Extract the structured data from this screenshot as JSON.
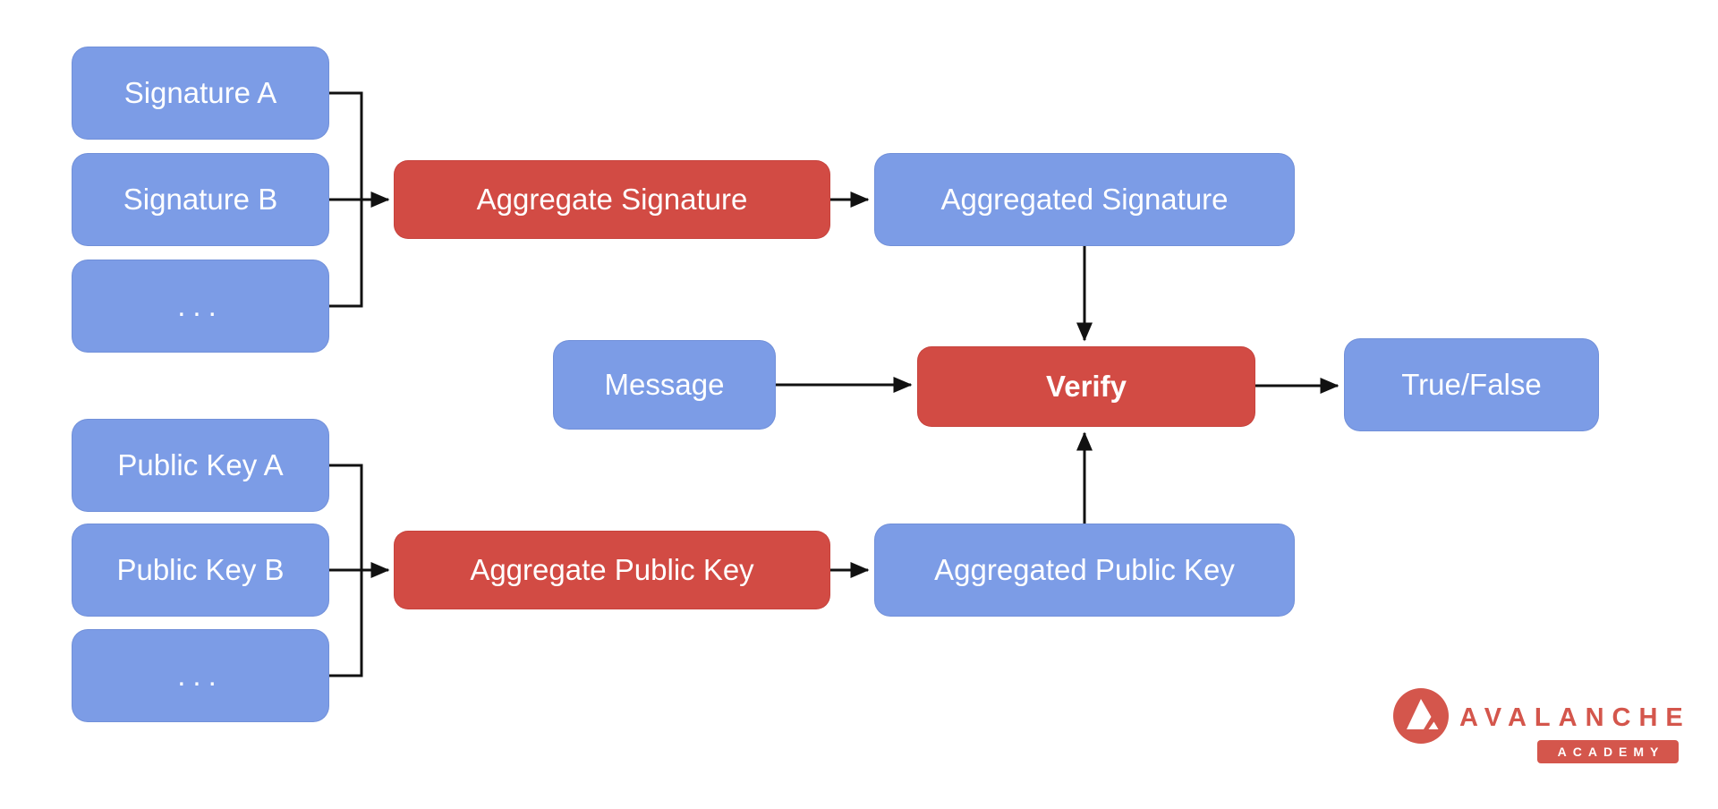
{
  "diagram": {
    "type": "flowchart",
    "background_color": "#ffffff",
    "colors": {
      "input_box": "#7c9ce6",
      "process_box": "#d24b44",
      "box_text": "#ffffff",
      "connector": "#111111"
    },
    "signature_inputs": [
      {
        "label": "Signature A"
      },
      {
        "label": "Signature B"
      },
      {
        "label": "..."
      }
    ],
    "public_key_inputs": [
      {
        "label": "Public Key A"
      },
      {
        "label": "Public Key B"
      },
      {
        "label": "..."
      }
    ],
    "nodes": {
      "aggregate_signature": {
        "label": "Aggregate Signature"
      },
      "aggregated_signature": {
        "label": "Aggregated Signature"
      },
      "aggregate_public_key": {
        "label": "Aggregate Public Key"
      },
      "aggregated_public_key": {
        "label": "Aggregated Public Key"
      },
      "message": {
        "label": "Message"
      },
      "verify": {
        "label": "Verify"
      },
      "result": {
        "label": "True/False"
      }
    },
    "edges": [
      {
        "from": "Signature A",
        "to": "Aggregate Signature"
      },
      {
        "from": "Signature B",
        "to": "Aggregate Signature"
      },
      {
        "from": "... (signatures)",
        "to": "Aggregate Signature"
      },
      {
        "from": "Aggregate Signature",
        "to": "Aggregated Signature"
      },
      {
        "from": "Aggregated Signature",
        "to": "Verify"
      },
      {
        "from": "Public Key A",
        "to": "Aggregate Public Key"
      },
      {
        "from": "Public Key B",
        "to": "Aggregate Public Key"
      },
      {
        "from": "... (public keys)",
        "to": "Aggregate Public Key"
      },
      {
        "from": "Aggregate Public Key",
        "to": "Aggregated Public Key"
      },
      {
        "from": "Aggregated Public Key",
        "to": "Verify"
      },
      {
        "from": "Message",
        "to": "Verify"
      },
      {
        "from": "Verify",
        "to": "True/False"
      }
    ]
  },
  "logo": {
    "brand": "AVALANCHE",
    "badge": "ACADEMY",
    "color": "#d4564c"
  }
}
